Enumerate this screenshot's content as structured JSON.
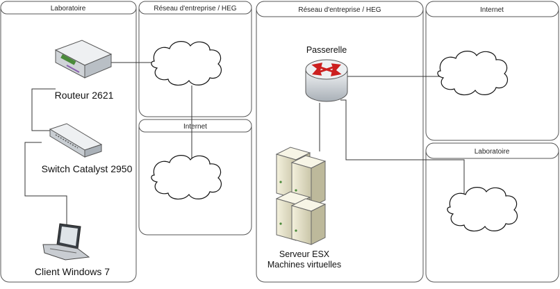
{
  "left_diagram": {
    "panels": {
      "laboratoire": "Laboratoire",
      "reseau": "Réseau d'entreprise / HEG",
      "internet": "Internet"
    },
    "devices": {
      "router": "Routeur 2621",
      "switch": "Switch Catalyst 2950",
      "client": "Client Windows 7"
    }
  },
  "right_diagram": {
    "panels": {
      "reseau": "Réseau d'entreprise / HEG",
      "internet": "Internet",
      "laboratoire": "Laboratoire"
    },
    "devices": {
      "gateway": "Passerelle",
      "server_line1": "Serveur ESX",
      "server_line2": "Machines virtuelles"
    }
  },
  "colors": {
    "router_arrows": "#cc1f1f",
    "server_body": "#e9e6cf",
    "device_grey": "#d0d4d8"
  }
}
